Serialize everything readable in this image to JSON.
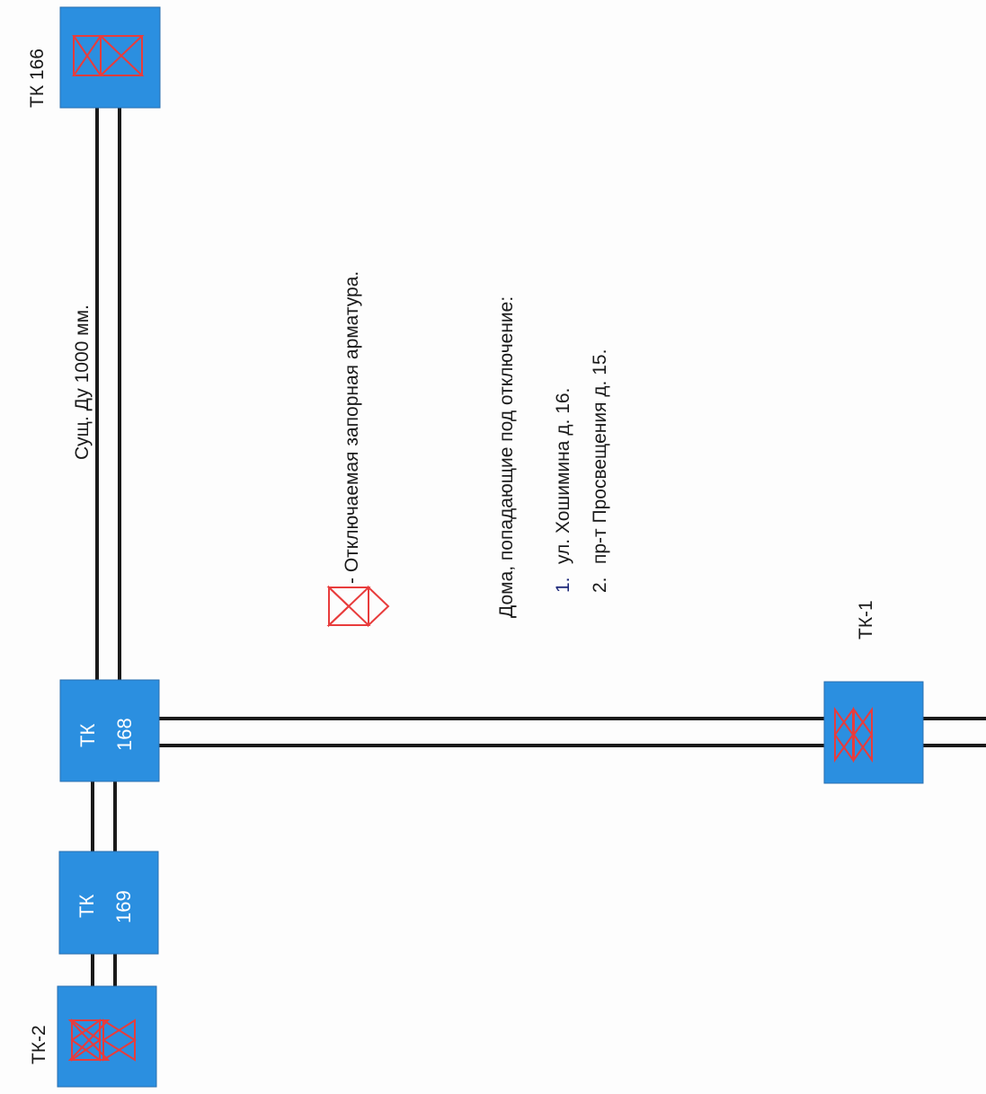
{
  "nodes": {
    "tk166": "ТК 166",
    "tk168": [
      "ТК",
      "168"
    ],
    "tk169": [
      "ТК",
      "169"
    ],
    "tk1": "ТК-1",
    "tk2": "ТК-2"
  },
  "pipe_label": "Сущ. Ду 1000 мм.",
  "legend": {
    "valve_text": " - Отключаемая запорная арматура.",
    "valve_icon": "shutoff-valve-icon"
  },
  "houses": {
    "title": "Дома, попадающие под отключение:",
    "items": [
      {
        "num": "1.",
        "text": "ул. Хошимина д. 16."
      },
      {
        "num": "2.",
        "text": "пр-т Просвещения д. 15."
      }
    ]
  },
  "colors": {
    "box_fill": "#2b8fe0",
    "valve": "#e83c3c",
    "pipe": "#1a1a1a",
    "list_number_1": "#1f2a7a"
  }
}
